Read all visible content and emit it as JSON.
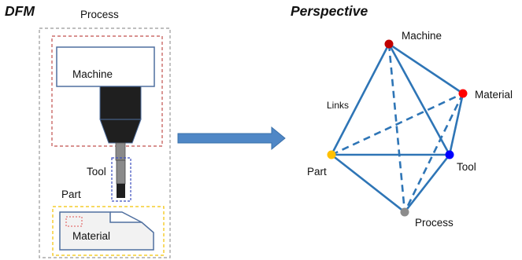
{
  "dfm_panel": {
    "title": "DFM",
    "process_label": "Process",
    "machine_label": "Machine",
    "tool_label": "Tool",
    "part_label": "Part",
    "material_label": "Material",
    "colors": {
      "process_border": "#999999",
      "machine_border": "#c0504d",
      "tool_border": "#3b4dbf",
      "part_border": "#f2c200",
      "material_border": "#e05050",
      "machine_body": "#1f1f1f",
      "box_stroke": "#4f6f9f",
      "part_fill": "#f2f2f2"
    }
  },
  "arrow": {
    "color": "#4f87c6"
  },
  "perspective_panel": {
    "title": "Perspective",
    "links_label": "Links",
    "edge_color": "#2e75b6",
    "nodes": [
      {
        "id": "machine",
        "label": "Machine",
        "color": "#c00000"
      },
      {
        "id": "material",
        "label": "Material",
        "color": "#ff0000"
      },
      {
        "id": "part",
        "label": "Part",
        "color": "#ffc000"
      },
      {
        "id": "tool",
        "label": "Tool",
        "color": "#0000ff"
      },
      {
        "id": "process",
        "label": "Process",
        "color": "#8c8c8c"
      }
    ]
  }
}
